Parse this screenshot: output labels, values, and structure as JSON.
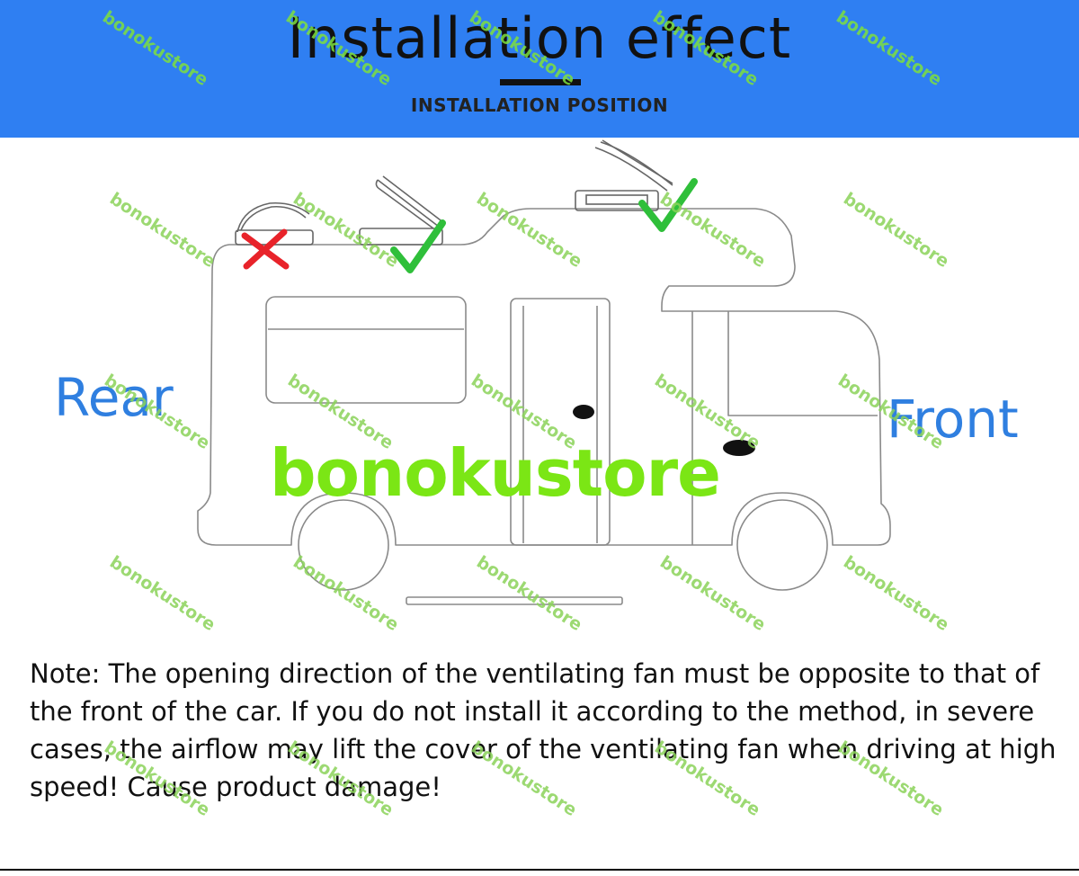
{
  "header": {
    "title": "Installation effect",
    "subtitle": "INSTALLATION POSITION",
    "background": "#2f7ff2"
  },
  "labels": {
    "rear": "Rear",
    "front": "Front"
  },
  "watermark": {
    "brand": "bonokustore",
    "tile": "bonokustore",
    "brand_color": "#7be615"
  },
  "note": "Note: The opening direction of the ventilating fan must be opposite to that of the front of the car. If you do not install it according to the method, in severe cases, the airflow may lift the cover of the ventilating fan when driving at high speed! Cause product damage!",
  "marks": {
    "wrong_color": "#e8232a",
    "correct_color": "#2fbf3a"
  }
}
